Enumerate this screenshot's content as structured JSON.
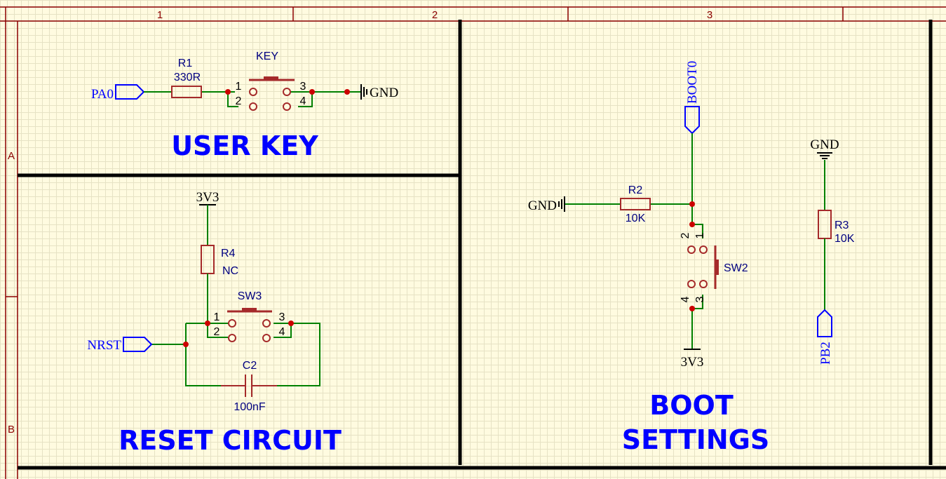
{
  "frame": {
    "columns": [
      "1",
      "2",
      "3"
    ],
    "rows": [
      "A",
      "B"
    ]
  },
  "titles": {
    "user_key": "USER KEY",
    "reset": "RESET CIRCUIT",
    "boot_line1": "BOOT",
    "boot_line2": "SETTINGS"
  },
  "user_key": {
    "port": "PA0",
    "r1": {
      "name": "R1",
      "value": "330R"
    },
    "key": {
      "name": "KEY",
      "pins": [
        "1",
        "2",
        "3",
        "4"
      ]
    },
    "gnd": "GND"
  },
  "reset": {
    "supply": "3V3",
    "r4": {
      "name": "R4",
      "value": "NC"
    },
    "sw3": {
      "name": "SW3",
      "pins": [
        "1",
        "2",
        "3",
        "4"
      ]
    },
    "port": "NRST",
    "c2": {
      "name": "C2",
      "value": "100nF"
    }
  },
  "boot": {
    "port": "BOOT0",
    "gnd": "GND",
    "r2": {
      "name": "R2",
      "value": "10K"
    },
    "sw2": {
      "name": "SW2",
      "pins": [
        "2",
        "1",
        "4",
        "3"
      ]
    },
    "supply": "3V3",
    "gnd2": "GND",
    "r3": {
      "name": "R3",
      "value": "10K"
    },
    "port2": "PB2"
  },
  "colors": {
    "wire": "#008000",
    "component": "#a52a2a",
    "port": "#0000ff",
    "junction": "#cc0000",
    "frame": "#8b0000",
    "background": "#fffbe0"
  }
}
